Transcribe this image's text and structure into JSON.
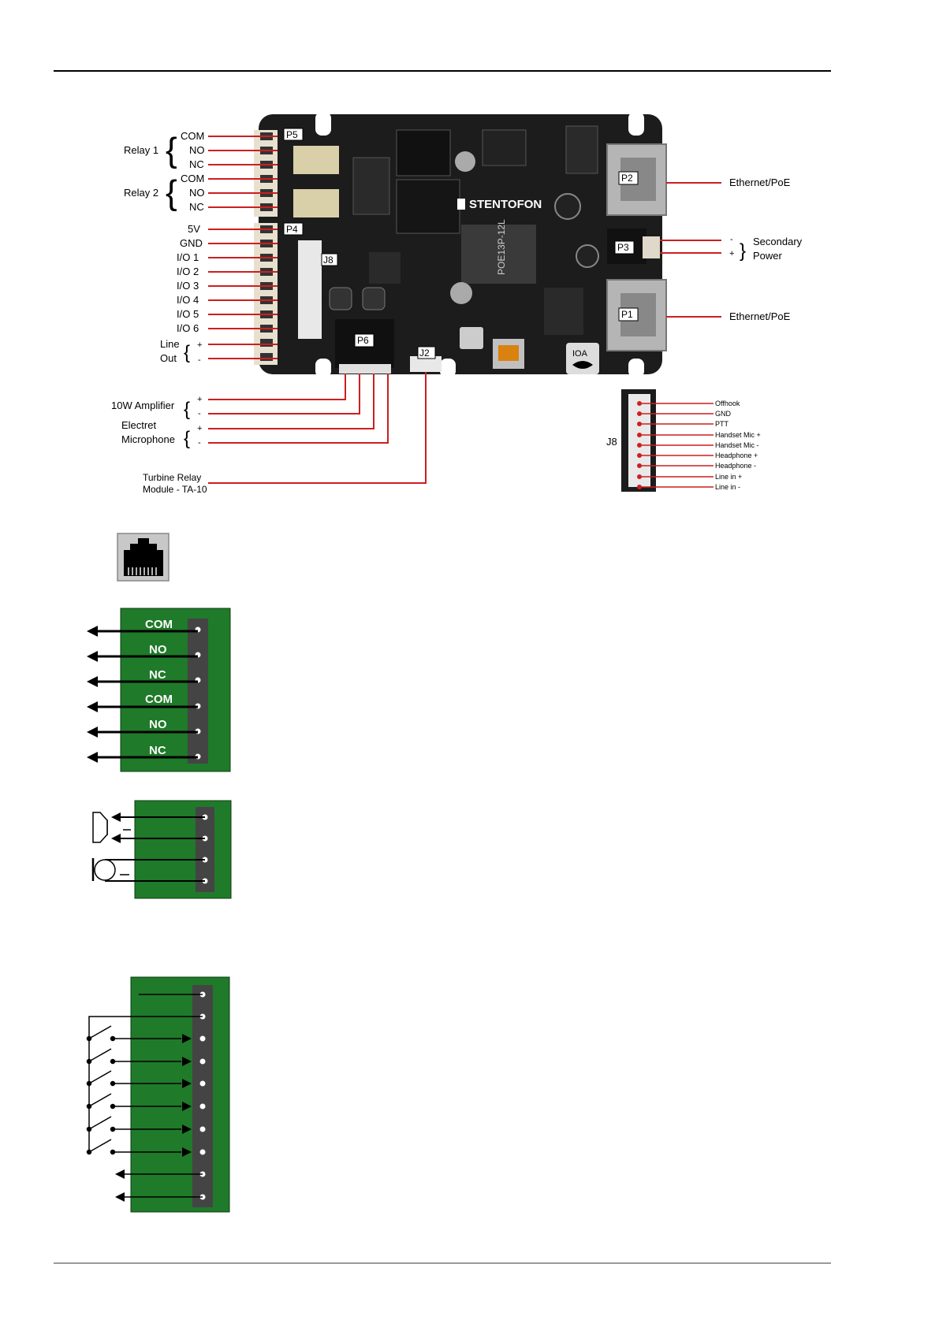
{
  "board": {
    "relay1": "Relay 1",
    "relay2": "Relay 2",
    "left_pins": [
      "COM",
      "NO",
      "NC",
      "COM",
      "NO",
      "NC",
      "5V",
      "GND",
      "I/O 1",
      "I/O 2",
      "I/O 3",
      "I/O 4",
      "I/O 5",
      "I/O 6"
    ],
    "line_out_1": "Line",
    "line_out_2": "Out",
    "plus": "+",
    "minus": "-",
    "amp": "10W Amplifier",
    "mic_1": "Electret",
    "mic_2": "Microphone",
    "turbine_1": "Turbine Relay",
    "turbine_2": "Module - TA-10",
    "eth_poe_top": "Ethernet/PoE",
    "eth_poe_bottom": "Ethernet/PoE",
    "secondary_1": "Secondary",
    "secondary_2": "Power",
    "tags": {
      "p5": "P5",
      "p4": "P4",
      "j8": "J8",
      "p6": "P6",
      "j2": "J2",
      "p2": "P2",
      "p3": "P3",
      "p1": "P1"
    },
    "brand": "STENTOFON",
    "chip_text": "POE13P-12L",
    "ioa": "IOA"
  },
  "j8_detail": {
    "label": "J8",
    "pins": [
      "Offhook",
      "GND",
      "PTT",
      "Handset Mic +",
      "Handset Mic -",
      "Headphone +",
      "Headphone -",
      "Line in +",
      "Line in -"
    ]
  },
  "relay_connector": {
    "pins": [
      "COM",
      "NO",
      "NC",
      "COM",
      "NO",
      "NC"
    ]
  },
  "colors": {
    "board": "#1c1c1c",
    "green": "#1f7a2a",
    "wire": "#cc1f1f",
    "header": "#444444"
  }
}
